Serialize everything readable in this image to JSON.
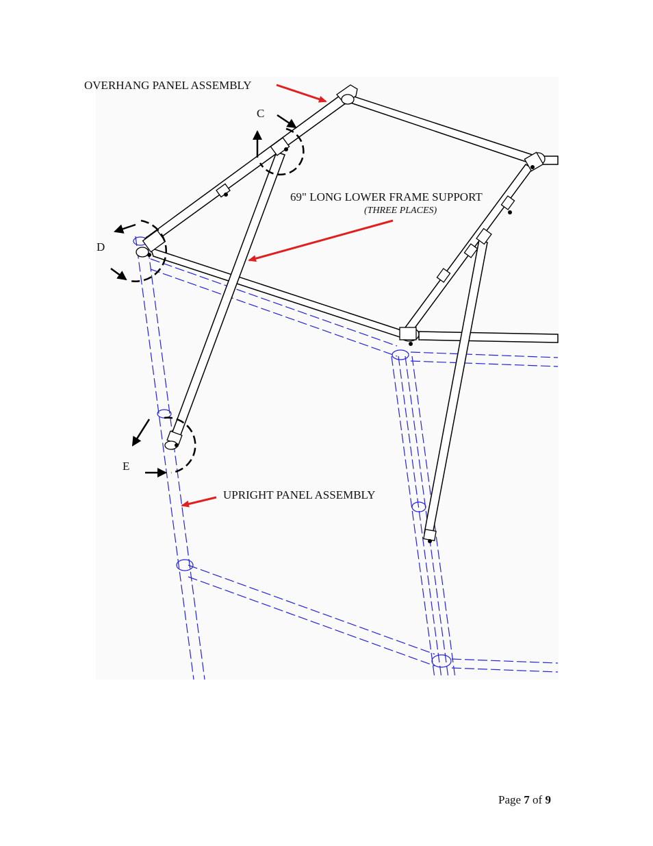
{
  "callouts": {
    "overhang_panel": "OVERHANG PANEL ASSEMBLY",
    "lower_frame_support": "69\" LONG LOWER FRAME SUPPORT",
    "three_places": "(THREE PLACES)",
    "upright_panel": "UPRIGHT PANEL ASSEMBLY"
  },
  "detail_markers": {
    "c": "C",
    "d": "D",
    "e": "E"
  },
  "footer": {
    "page_word": "Page",
    "current": "7",
    "of_word": "of",
    "total": "9"
  },
  "colors": {
    "frame_tube": "#000000",
    "upright_dashed": "#2222dd",
    "callout_arrow": "#e02020",
    "rotation_arrow": "#000000"
  }
}
